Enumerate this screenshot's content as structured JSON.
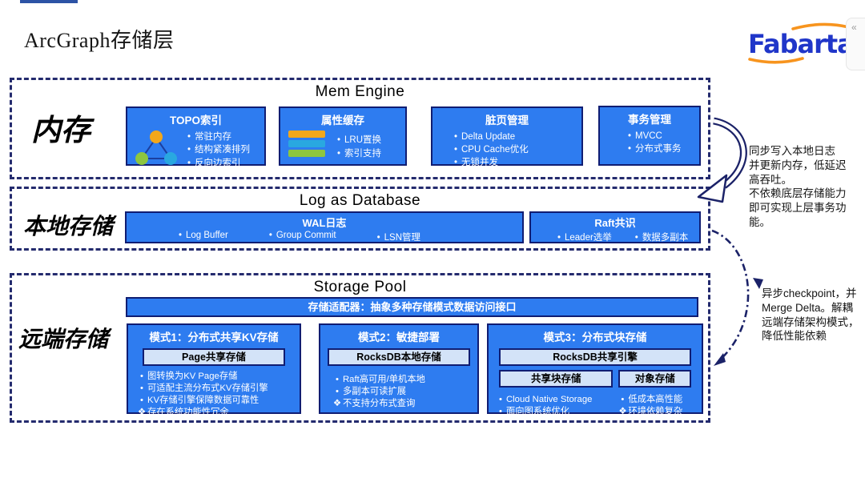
{
  "page": {
    "title": "ArcGraph存储层"
  },
  "logo": {
    "text": "Fabarta",
    "color": "#2036c9",
    "swoosh_color": "#f7941e"
  },
  "corner_widget": {
    "glyph": "«"
  },
  "colors": {
    "box_blue": "#2e7cf0",
    "border_navy": "#101d72",
    "dash_navy": "#242b6e",
    "light_box": "#d3e3f8",
    "accent_bar": "#2d53a5",
    "node_orange": "#f2a71b",
    "node_green": "#8dc63f",
    "node_cyan": "#29a8e0"
  },
  "sections": {
    "mem": {
      "label": "内存",
      "title": "Mem Engine",
      "boxes": [
        {
          "title": "TOPO索引",
          "icon": "topo-triangle-icon",
          "bullets": [
            {
              "m": "•",
              "t": "常驻内存"
            },
            {
              "m": "•",
              "t": "结构紧凑排列"
            },
            {
              "m": "•",
              "t": "反向边索引"
            }
          ]
        },
        {
          "title": "属性缓存",
          "icon": "layered-bars-icon",
          "bullets": [
            {
              "m": "•",
              "t": "LRU置换"
            },
            {
              "m": "•",
              "t": "索引支持"
            }
          ]
        },
        {
          "title": "脏页管理",
          "bullets": [
            {
              "m": "•",
              "t": "Delta Update"
            },
            {
              "m": "•",
              "t": "CPU Cache优化"
            },
            {
              "m": "•",
              "t": "无锁并发"
            }
          ]
        },
        {
          "title": "事务管理",
          "bullets": [
            {
              "m": "•",
              "t": "MVCC"
            },
            {
              "m": "•",
              "t": "分布式事务"
            }
          ]
        }
      ]
    },
    "local": {
      "label": "本地存储",
      "title": "Log as Database",
      "boxes": [
        {
          "title": "WAL日志",
          "bullets": [
            {
              "m": "•",
              "t": "Log Buffer"
            },
            {
              "m": "•",
              "t": "Group Commit"
            },
            {
              "m": "•",
              "t": "LSN管理"
            }
          ]
        },
        {
          "title": "Raft共识",
          "bullets": [
            {
              "m": "•",
              "t": "Leader选举"
            },
            {
              "m": "•",
              "t": "数据多副本"
            }
          ]
        }
      ]
    },
    "remote": {
      "label": "远端存储",
      "title": "Storage Pool",
      "adapter": "存储适配器：抽象多种存储模式数据访问接口",
      "modes": [
        {
          "title": "模式1：分布式共享KV存储",
          "inner": "Page共享存储",
          "bullets": [
            {
              "m": "•",
              "t": "图转换为KV Page存储"
            },
            {
              "m": "•",
              "t": "可适配主流分布式KV存储引擎"
            },
            {
              "m": "•",
              "t": "KV存储引擎保障数据可靠性"
            },
            {
              "m": "❖",
              "t": "存在系统功能性冗余"
            }
          ]
        },
        {
          "title": "模式2：敏捷部署",
          "inner": "RocksDB本地存储",
          "bullets": [
            {
              "m": "•",
              "t": "Raft高可用/单机本地"
            },
            {
              "m": "•",
              "t": "多副本可读扩展"
            },
            {
              "m": "❖",
              "t": "不支持分布式查询"
            }
          ]
        },
        {
          "title": "模式3：分布式块存储",
          "inner_full": "RocksDB共享引擎",
          "inner_left": "共享块存储",
          "inner_right": "对象存储",
          "col1": [
            {
              "m": "•",
              "t": "Cloud Native Storage"
            },
            {
              "m": "•",
              "t": "面向图系统优化"
            }
          ],
          "col2": [
            {
              "m": "•",
              "t": "低成本高性能"
            },
            {
              "m": "❖",
              "t": "环境依赖复杂"
            }
          ]
        }
      ]
    }
  },
  "annotations": [
    {
      "text": "同步写入本地日志\n并更新内存，低延迟\n高吞吐。\n不依赖底层存储能力\n即可实现上层事务功\n能。"
    },
    {
      "text": "异步checkpoint，并\nMerge Delta。解耦\n远端存储架构模式，\n降低性能依赖"
    }
  ]
}
